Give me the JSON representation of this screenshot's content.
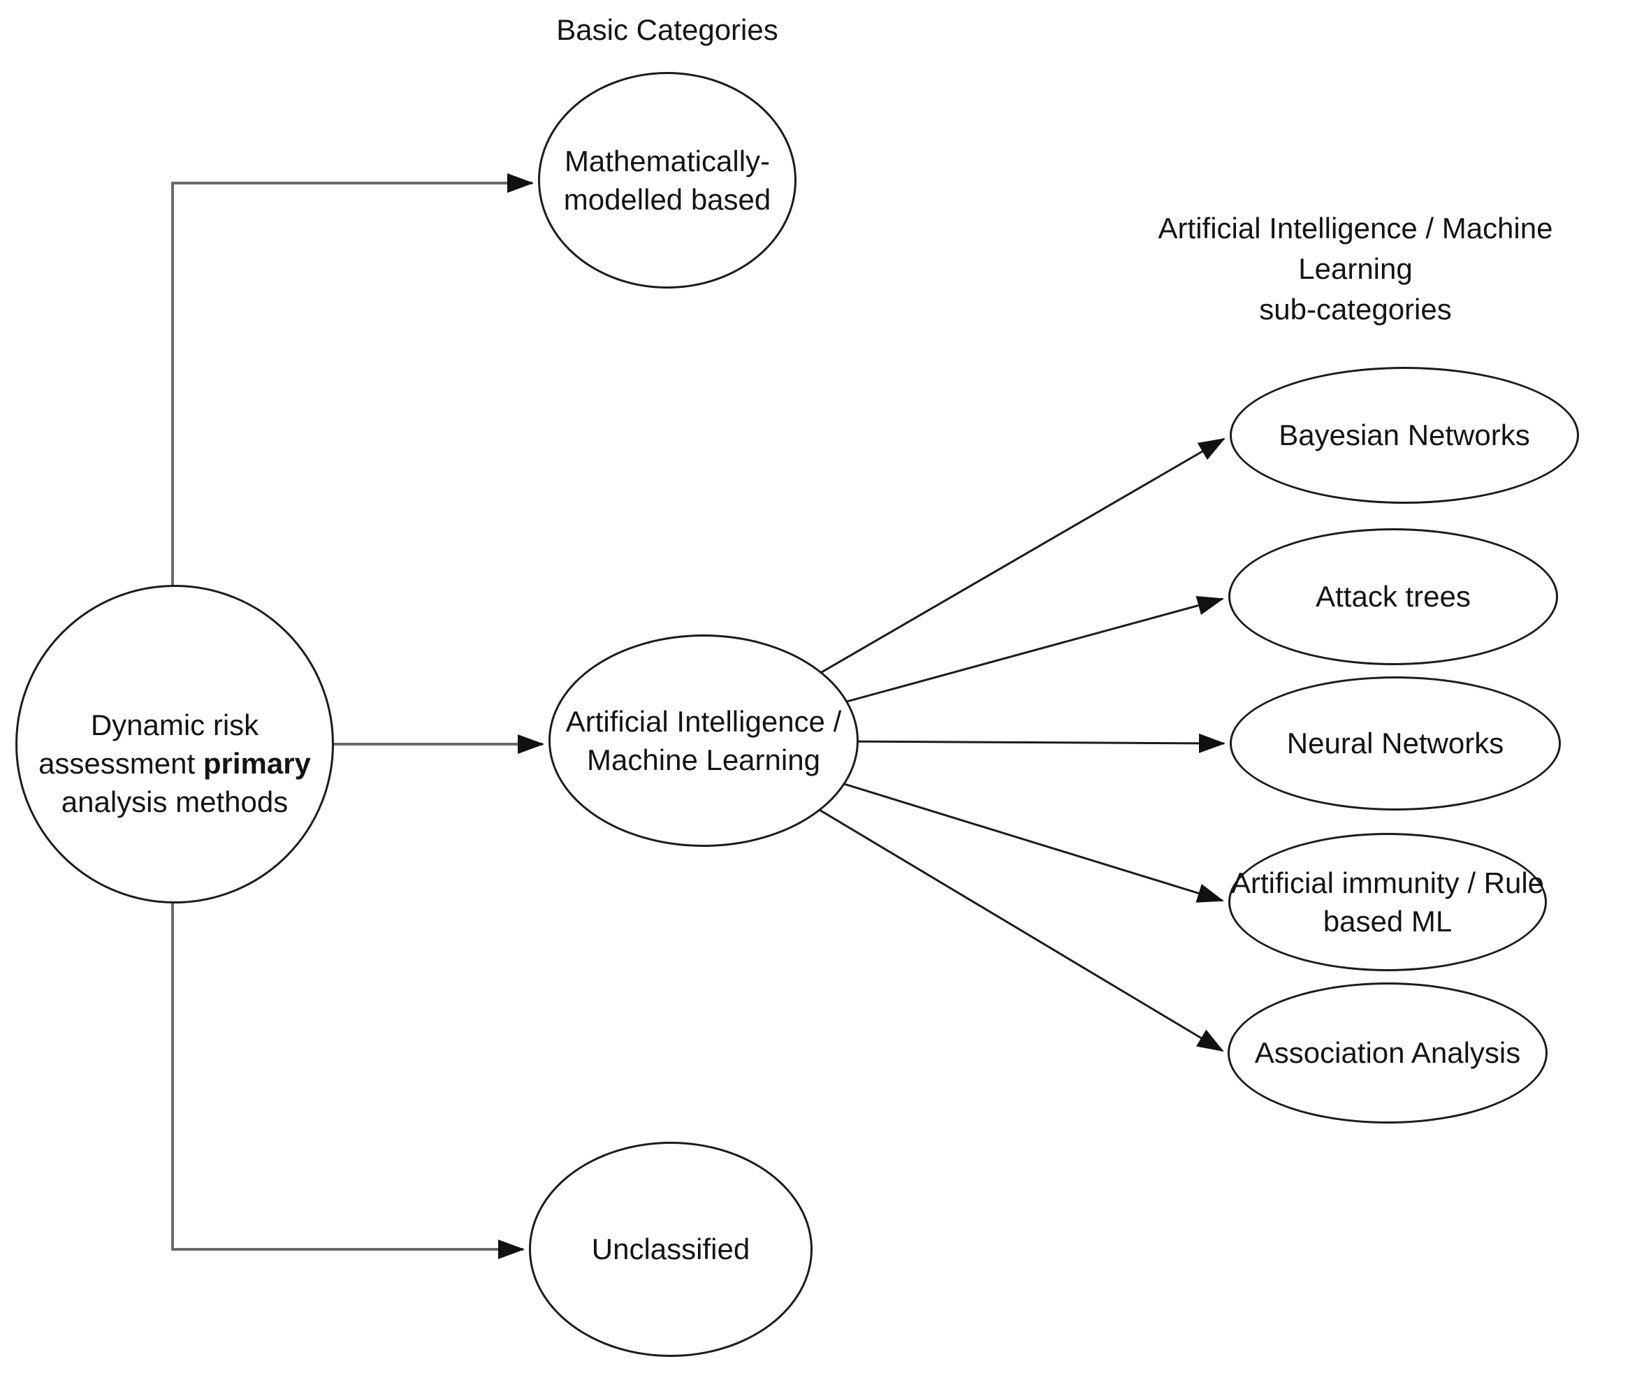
{
  "diagram": {
    "headers": {
      "basic_categories": "Basic Categories",
      "ai_ml_subcategories": "Artificial Intelligence / Machine\nLearning\nsub-categories"
    },
    "nodes": {
      "root_before": "Dynamic risk\nassessment ",
      "root_bold": "primary",
      "root_after": "\nanalysis methods",
      "math_modelled": "Mathematically-\nmodelled based",
      "ai_ml": "Artificial Intelligence /\nMachine Learning",
      "bayesian": "Bayesian Networks",
      "attack_trees": "Attack trees",
      "neural": "Neural Networks",
      "immunity": "Artificial immunity / Rule\nbased ML",
      "association": "Association Analysis",
      "unclassified": "Unclassified"
    }
  }
}
